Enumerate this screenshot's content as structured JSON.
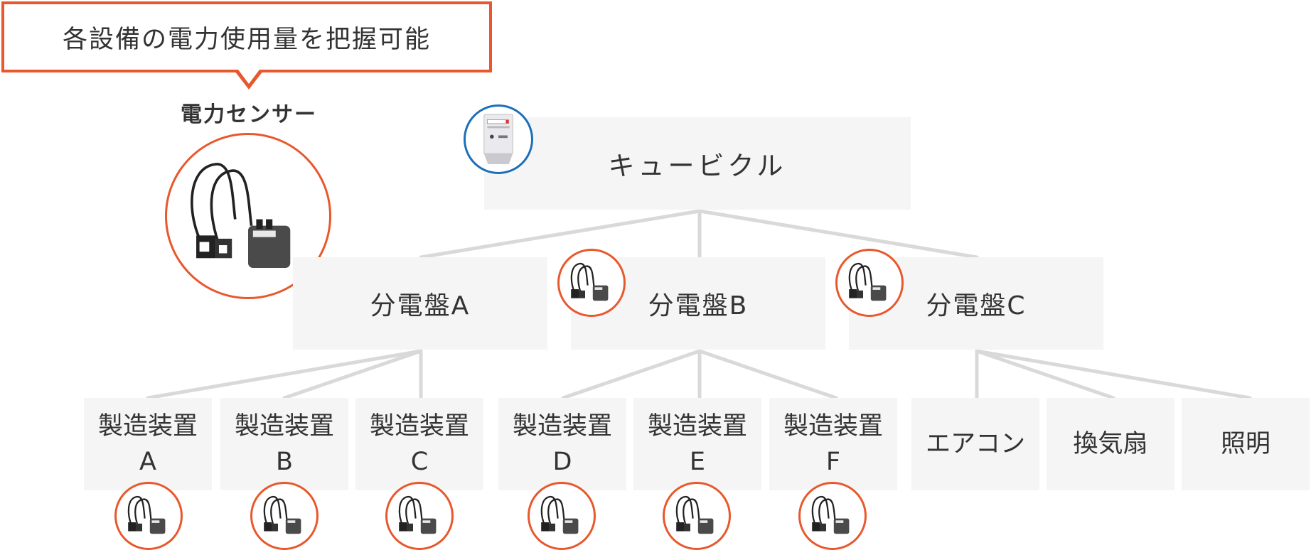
{
  "callout": {
    "text": "各設備の電力使用量を把握可能"
  },
  "sensor_label": "電力センサー",
  "root": {
    "label": "キュービクル"
  },
  "panels": [
    {
      "label": "分電盤A"
    },
    {
      "label": "分電盤B"
    },
    {
      "label": "分電盤C"
    }
  ],
  "devices": [
    {
      "line1": "製造装置",
      "line2": "A"
    },
    {
      "line1": "製造装置",
      "line2": "B"
    },
    {
      "line1": "製造装置",
      "line2": "C"
    },
    {
      "line1": "製造装置",
      "line2": "D"
    },
    {
      "line1": "製造装置",
      "line2": "E"
    },
    {
      "line1": "製造装置",
      "line2": "F"
    },
    {
      "line1": "エアコン",
      "line2": ""
    },
    {
      "line1": "換気扇",
      "line2": ""
    },
    {
      "line1": "照明",
      "line2": ""
    }
  ],
  "colors": {
    "accent": "#e8582c",
    "meter_ring": "#1b6fba",
    "box_bg": "#f5f5f5",
    "connector": "#d9d9d9"
  }
}
